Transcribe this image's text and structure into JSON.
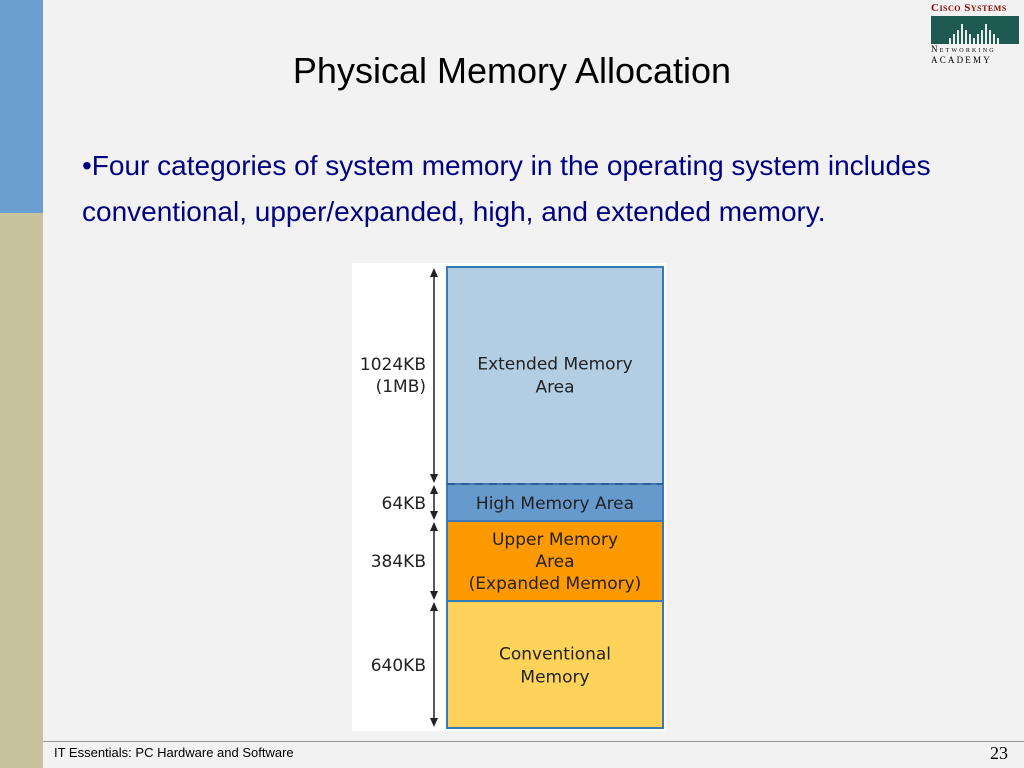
{
  "slide": {
    "title": "Physical Memory Allocation",
    "bullet": "•Four categories of system memory in the operating system includes conventional, upper/expanded, high, and extended memory.",
    "footer": "IT Essentials: PC Hardware and Software",
    "page_number": "23"
  },
  "logo": {
    "line1": "Cisco Systems",
    "line2": "Networking",
    "line3": "Academy"
  },
  "diagram": {
    "segments": [
      {
        "size_label_lines": [
          "1024KB",
          "(1MB)"
        ],
        "area_label_lines": [
          "Extended Memory",
          "Area"
        ],
        "color": "#b3cde3"
      },
      {
        "size_label_lines": [
          "64KB"
        ],
        "area_label_lines": [
          "High Memory Area"
        ],
        "color": "#6699cc"
      },
      {
        "size_label_lines": [
          "384KB"
        ],
        "area_label_lines": [
          "Upper Memory",
          "Area",
          "(Expanded Memory)"
        ],
        "color": "#ff9900"
      },
      {
        "size_label_lines": [
          "640KB"
        ],
        "area_label_lines": [
          "Conventional",
          "Memory"
        ],
        "color": "#ffd35a"
      }
    ],
    "border_color": "#3a79b8"
  }
}
